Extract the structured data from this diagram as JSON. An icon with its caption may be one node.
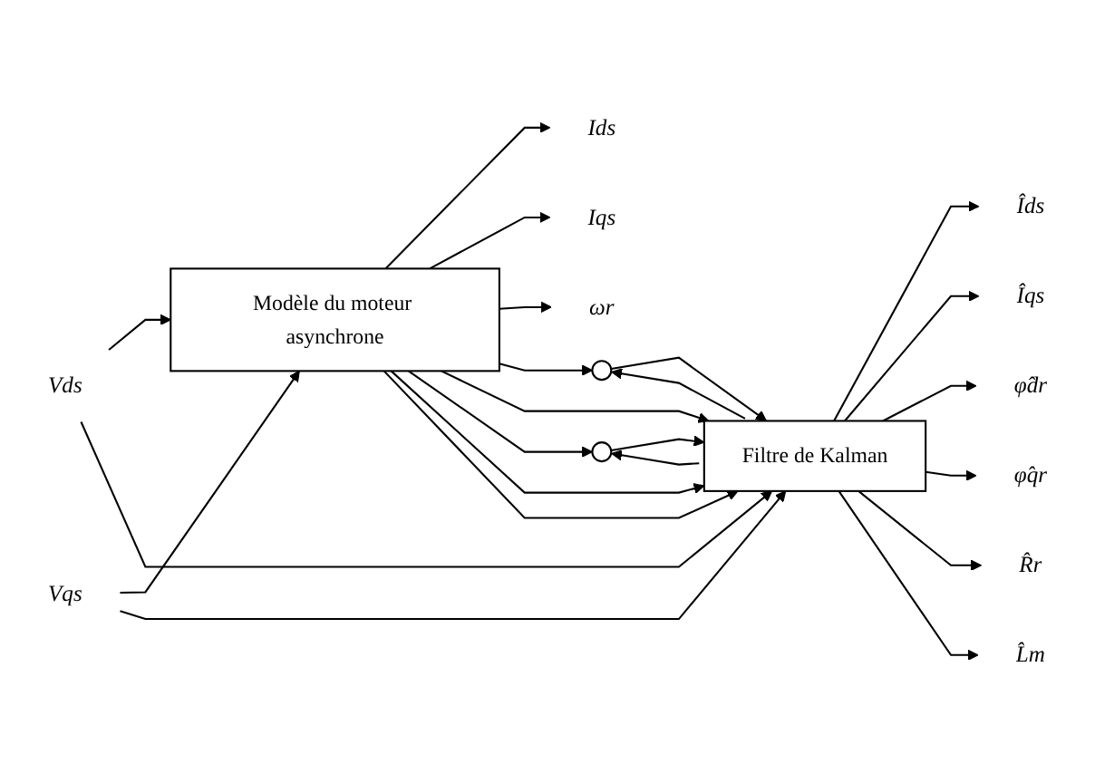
{
  "diagram": {
    "nodes": [
      {
        "text": [
          "Vds"
        ]
      },
      {
        "text": [
          "Vqs"
        ]
      },
      {
        "text": [
          "Modèle du moteur asynchrone"
        ]
      },
      {
        "text": [
          "Ids"
        ]
      },
      {
        "text": [
          "Iqs"
        ]
      },
      {
        "text": [
          "ωr"
        ]
      },
      {
        "text": [],
        "shape": "circle"
      },
      {
        "text": [],
        "shape": "circle"
      },
      {
        "text": [
          "Filtre de Kalman"
        ]
      },
      {
        "text": [
          "Îds"
        ]
      },
      {
        "text": [
          "Îqs"
        ]
      },
      {
        "text": [
          "φ̂dr"
        ]
      },
      {
        "text": [
          "φ̂qr"
        ]
      },
      {
        "text": [
          "R̂r"
        ]
      },
      {
        "text": [
          "L̂m"
        ]
      }
    ],
    "edges": [
      {
        "from": 0,
        "to": 2,
        "arrow": "to"
      },
      {
        "from": 1,
        "to": 2,
        "arrow": "to"
      },
      {
        "from": 0,
        "to": 8,
        "arrow": "to"
      },
      {
        "from": 1,
        "to": 8,
        "arrow": "to"
      },
      {
        "from": 2,
        "to": 3,
        "arrow": "to"
      },
      {
        "from": 2,
        "to": 4,
        "arrow": "to"
      },
      {
        "from": 2,
        "to": 5,
        "arrow": "to"
      },
      {
        "from": 2,
        "to": 6,
        "arrow": "to"
      },
      {
        "from": 2,
        "to": 8,
        "arrow": "to"
      },
      {
        "from": 2,
        "to": 7,
        "arrow": "to"
      },
      {
        "from": 2,
        "to": 8,
        "arrow": "to"
      },
      {
        "from": 2,
        "to": 8,
        "arrow": "to"
      },
      {
        "from": 6,
        "to": 8,
        "arrow": "to"
      },
      {
        "from": 7,
        "to": 8,
        "arrow": "to"
      },
      {
        "from": 8,
        "to": 9,
        "arrow": "to"
      },
      {
        "from": 8,
        "to": 10,
        "arrow": "to"
      },
      {
        "from": 8,
        "to": 11,
        "arrow": "to"
      },
      {
        "from": 8,
        "to": 12,
        "arrow": "to"
      },
      {
        "from": 8,
        "to": 13,
        "arrow": "to"
      },
      {
        "from": 8,
        "to": 14,
        "arrow": "to"
      },
      {
        "from": 8,
        "to": 6,
        "arrow": "to"
      },
      {
        "from": 8,
        "to": 7,
        "arrow": "to"
      }
    ]
  }
}
